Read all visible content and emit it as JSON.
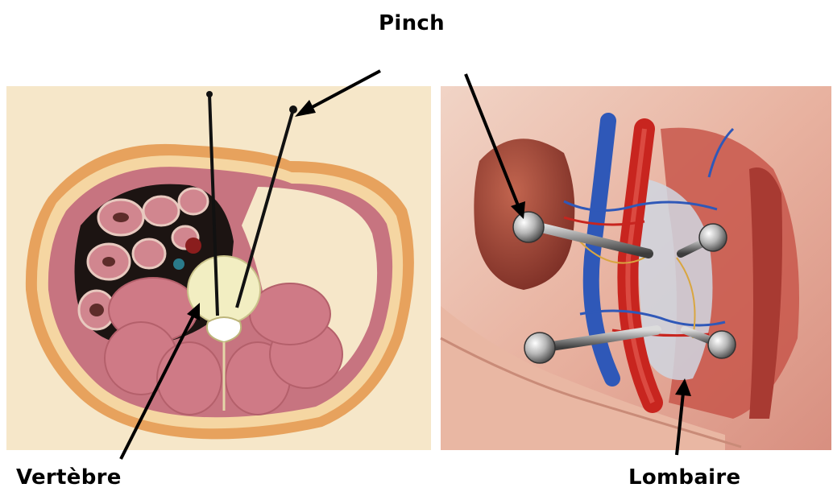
{
  "labels": {
    "pinch": "Pinch",
    "vertebre": "Vertèbre",
    "lombaire": "Lombaire"
  },
  "colors": {
    "background_left": "#f5e6c8",
    "skin": "#e6b176",
    "muscle": "#c9707c",
    "vertebra": "#f2eec2",
    "background_right": "#e9b9a6",
    "kidney": "#a3463a",
    "artery": "#c8251f",
    "vein": "#2f58b8"
  }
}
